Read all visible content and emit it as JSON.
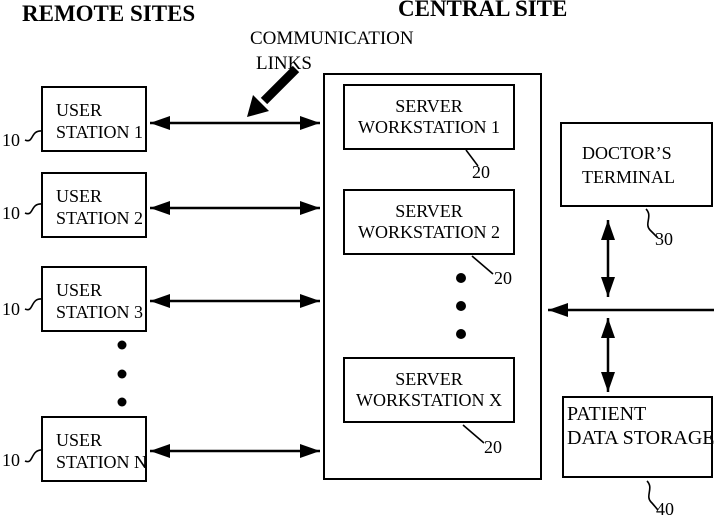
{
  "titles": {
    "remote_sites": "REMOTE SITES",
    "central_site": "CENTRAL SITE"
  },
  "communication_links": {
    "line1": "COMMUNICATION",
    "line2": "LINKS"
  },
  "user_stations": [
    {
      "line1": "USER",
      "line2": "STATION 1",
      "ref": "10"
    },
    {
      "line1": "USER",
      "line2": "STATION 2",
      "ref": "10"
    },
    {
      "line1": "USER",
      "line2": "STATION 3",
      "ref": "10"
    },
    {
      "line1": "USER",
      "line2": "STATION N",
      "ref": "10"
    }
  ],
  "server_workstations": [
    {
      "line1": "SERVER",
      "line2": "WORKSTATION 1",
      "ref": "20"
    },
    {
      "line1": "SERVER",
      "line2": "WORKSTATION 2",
      "ref": "20"
    },
    {
      "line1": "SERVER",
      "line2": "WORKSTATION X",
      "ref": "20"
    }
  ],
  "doctor_terminal": {
    "line1": "DOCTOR’S",
    "line2": "TERMINAL",
    "ref": "30"
  },
  "patient_data_storage": {
    "line1": "PATIENT",
    "line2": "DATA STORAGE",
    "ref": "40"
  },
  "colors": {
    "ink": "#000000",
    "background": "#ffffff"
  }
}
